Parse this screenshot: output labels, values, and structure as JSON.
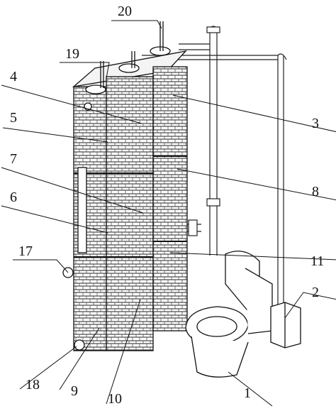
{
  "figure": {
    "labels": {
      "toilet": "1",
      "tank": "2",
      "module_top_right": "3",
      "module_top_middle": "4",
      "module_top_left": "5",
      "module_mid_left": "6",
      "module_mid_middle": "7",
      "module_mid_right": "8",
      "module_bottom_left": "9",
      "module_bottom_middle": "10",
      "module_bottom_right": "11",
      "port_side_upper": "17",
      "port_side_lower": "18",
      "vent_pipe_left": "19",
      "vent_pipe_right": "20"
    }
  }
}
